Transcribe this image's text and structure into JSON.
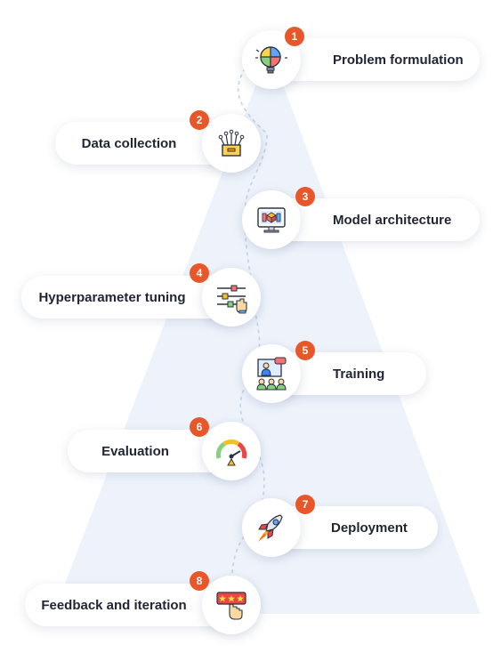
{
  "steps": [
    {
      "number": "1",
      "label": "Problem formulation",
      "icon": "puzzle-lightbulb-icon"
    },
    {
      "number": "2",
      "label": "Data collection",
      "icon": "database-box-icon"
    },
    {
      "number": "3",
      "label": "Model architecture",
      "icon": "monitor-architecture-icon"
    },
    {
      "number": "4",
      "label": "Hyperparameter tuning",
      "icon": "sliders-hand-icon"
    },
    {
      "number": "5",
      "label": "Training",
      "icon": "presentation-audience-icon"
    },
    {
      "number": "6",
      "label": "Evaluation",
      "icon": "gauge-meter-icon"
    },
    {
      "number": "7",
      "label": "Deployment",
      "icon": "rocket-icon"
    },
    {
      "number": "8",
      "label": "Feedback and iteration",
      "icon": "rating-stars-hand-icon"
    }
  ],
  "colors": {
    "badge": "#e8572a",
    "triangle": "#eef3fb",
    "connector": "#c5d2e4",
    "text": "#1f2533"
  }
}
